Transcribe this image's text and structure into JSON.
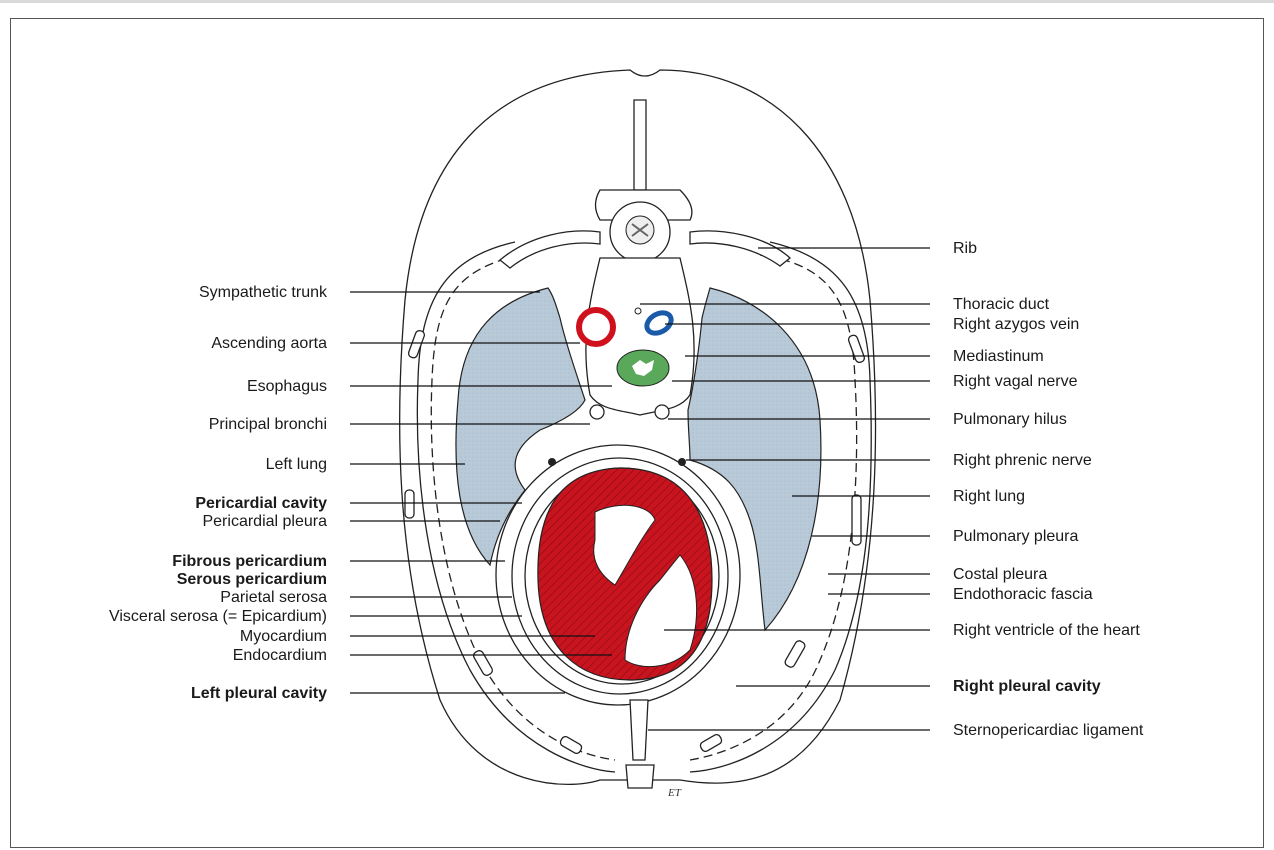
{
  "labels_left": [
    {
      "id": "sympathetic-trunk",
      "text": "Sympathetic trunk",
      "bold": false
    },
    {
      "id": "ascending-aorta",
      "text": "Ascending aorta",
      "bold": false
    },
    {
      "id": "esophagus",
      "text": "Esophagus",
      "bold": false
    },
    {
      "id": "principal-bronchi",
      "text": "Principal bronchi",
      "bold": false
    },
    {
      "id": "left-lung",
      "text": "Left lung",
      "bold": false
    },
    {
      "id": "pericardial-cavity",
      "text": "Pericardial cavity",
      "bold": true
    },
    {
      "id": "pericardial-pleura",
      "text": "Pericardial pleura",
      "bold": false
    },
    {
      "id": "fibrous-pericardium",
      "text": "Fibrous pericardium",
      "bold": true
    },
    {
      "id": "serous-pericardium",
      "text": "Serous pericardium",
      "bold": true
    },
    {
      "id": "parietal-serosa",
      "text": "Parietal serosa",
      "bold": false
    },
    {
      "id": "visceral-serosa",
      "text": "Visceral serosa (= Epicardium)",
      "bold": false
    },
    {
      "id": "myocardium",
      "text": "Myocardium",
      "bold": false
    },
    {
      "id": "endocardium",
      "text": "Endocardium",
      "bold": false
    },
    {
      "id": "left-pleural-cavity",
      "text": "Left pleural cavity",
      "bold": true
    }
  ],
  "labels_right": [
    {
      "id": "rib",
      "text": "Rib",
      "bold": false
    },
    {
      "id": "thoracic-duct",
      "text": "Thoracic duct",
      "bold": false
    },
    {
      "id": "right-azygos-vein",
      "text": "Right azygos vein",
      "bold": false
    },
    {
      "id": "mediastinum",
      "text": "Mediastinum",
      "bold": false
    },
    {
      "id": "right-vagal-nerve",
      "text": "Right vagal nerve",
      "bold": false
    },
    {
      "id": "pulmonary-hilus",
      "text": "Pulmonary hilus",
      "bold": false
    },
    {
      "id": "right-phrenic-nerve",
      "text": "Right phrenic nerve",
      "bold": false
    },
    {
      "id": "right-lung",
      "text": "Right lung",
      "bold": false
    },
    {
      "id": "pulmonary-pleura",
      "text": "Pulmonary pleura",
      "bold": false
    },
    {
      "id": "costal-pleura",
      "text": "Costal pleura",
      "bold": false
    },
    {
      "id": "endothoracic-fascia",
      "text": "Endothoracic fascia",
      "bold": false
    },
    {
      "id": "right-ventricle",
      "text": "Right ventricle of the heart",
      "bold": false
    },
    {
      "id": "right-pleural-cavity",
      "text": "Right pleural cavity",
      "bold": true
    },
    {
      "id": "sternopericardiac-ligament",
      "text": "Sternopericardiac ligament",
      "bold": false
    }
  ],
  "signature": "ET",
  "colors": {
    "lung": "#b8c9d8",
    "heart": "#c8141e",
    "aorta": "#d0101c",
    "azygos": "#1a5aa8",
    "esophagus": "#5aa85a",
    "outline": "#222222"
  }
}
